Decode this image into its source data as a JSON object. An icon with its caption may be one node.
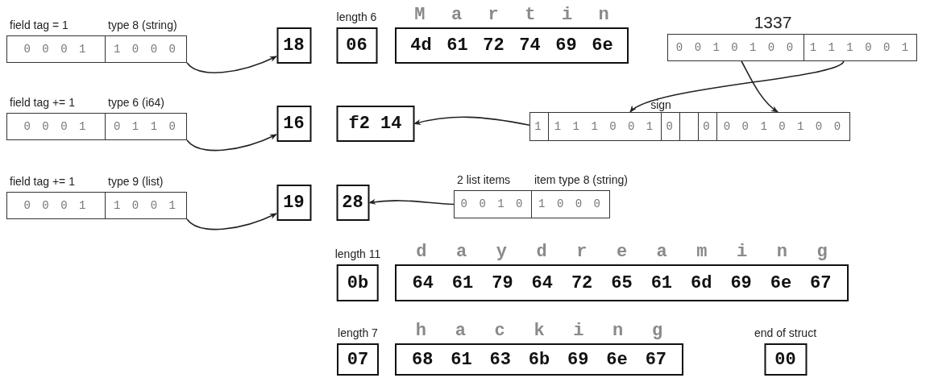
{
  "diagram": {
    "nodes": [
      {
        "text": [
          "field tag = 1",
          "type 8 (string)",
          "0 0 0 1",
          "1 0 0 0"
        ]
      },
      {
        "text": [
          "18"
        ]
      },
      {
        "text": [
          "length 6",
          "06"
        ]
      },
      {
        "text": [
          "M a r t i n",
          "4d 61 72 74 69 6e"
        ]
      },
      {
        "text": [
          "1337",
          "0 0 1 0 1 0 0",
          "1 1 1 0 0 1"
        ]
      },
      {
        "text": [
          "field tag += 1",
          "type 6 (i64)",
          "0 0 0 1",
          "0 1 1 0"
        ]
      },
      {
        "text": [
          "16"
        ]
      },
      {
        "text": [
          "f2 14"
        ]
      },
      {
        "text": [
          "1",
          "1 1 1 0 0 1",
          "0",
          "0",
          "0 0 1 0 1 0 0"
        ]
      },
      {
        "text": [
          "field tag += 1",
          "type 9 (list)",
          "0 0 0 1",
          "1 0 0 1"
        ]
      },
      {
        "text": [
          "19"
        ]
      },
      {
        "text": [
          "28"
        ]
      },
      {
        "text": [
          "2 list items",
          "item type 8 (string)",
          "0 0 1 0",
          "1 0 0 0"
        ]
      },
      {
        "text": [
          "length 11",
          "0b"
        ]
      },
      {
        "text": [
          "d a y d r e a m i n g",
          "64 61 79 64 72 65 61 6d 69 6e 67"
        ]
      },
      {
        "text": [
          "length 7",
          "07"
        ]
      },
      {
        "text": [
          "h a c k i n g",
          "68 61 63 6b 69 6e 67"
        ]
      },
      {
        "text": [
          "end of struct",
          "00"
        ]
      }
    ],
    "edges": [
      {
        "from": 0,
        "to": 1,
        "arrow": "to"
      },
      {
        "from": 5,
        "to": 6,
        "arrow": "to"
      },
      {
        "from": 9,
        "to": 10,
        "arrow": "to"
      },
      {
        "from": 4,
        "to": 8,
        "arrow": "to",
        "label": "sign"
      },
      {
        "from": 4,
        "to": 8,
        "arrow": "to"
      },
      {
        "from": 8,
        "to": 7,
        "arrow": "to"
      },
      {
        "from": 12,
        "to": 11,
        "arrow": "to"
      }
    ]
  }
}
